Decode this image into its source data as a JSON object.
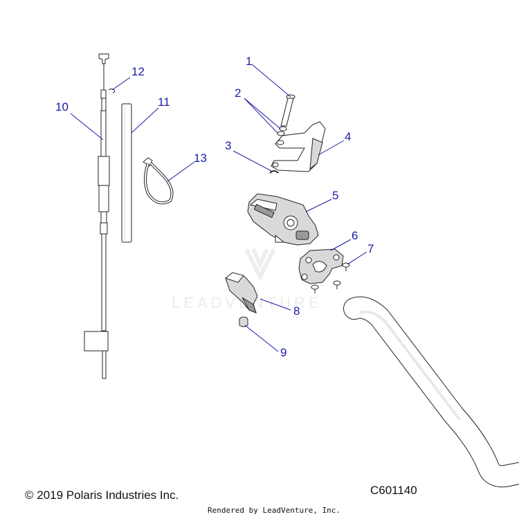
{
  "watermark": {
    "text": "LEADVENTURE"
  },
  "callouts": [
    {
      "id": "c1",
      "label": "1"
    },
    {
      "id": "c2",
      "label": "2"
    },
    {
      "id": "c3",
      "label": "3"
    },
    {
      "id": "c4",
      "label": "4"
    },
    {
      "id": "c5",
      "label": "5"
    },
    {
      "id": "c6",
      "label": "6"
    },
    {
      "id": "c7",
      "label": "7"
    },
    {
      "id": "c8",
      "label": "8"
    },
    {
      "id": "c9",
      "label": "9"
    },
    {
      "id": "c10",
      "label": "10"
    },
    {
      "id": "c11",
      "label": "11"
    },
    {
      "id": "c12",
      "label": "12"
    },
    {
      "id": "c13",
      "label": "13"
    }
  ],
  "footer": {
    "copyright": "© 2019 Polaris Industries Inc.",
    "diagram_code": "C601140",
    "rendered_by": "Rendered by LeadVenture, Inc."
  },
  "colors": {
    "callout": "#1a1aa8",
    "line": "#222222"
  }
}
